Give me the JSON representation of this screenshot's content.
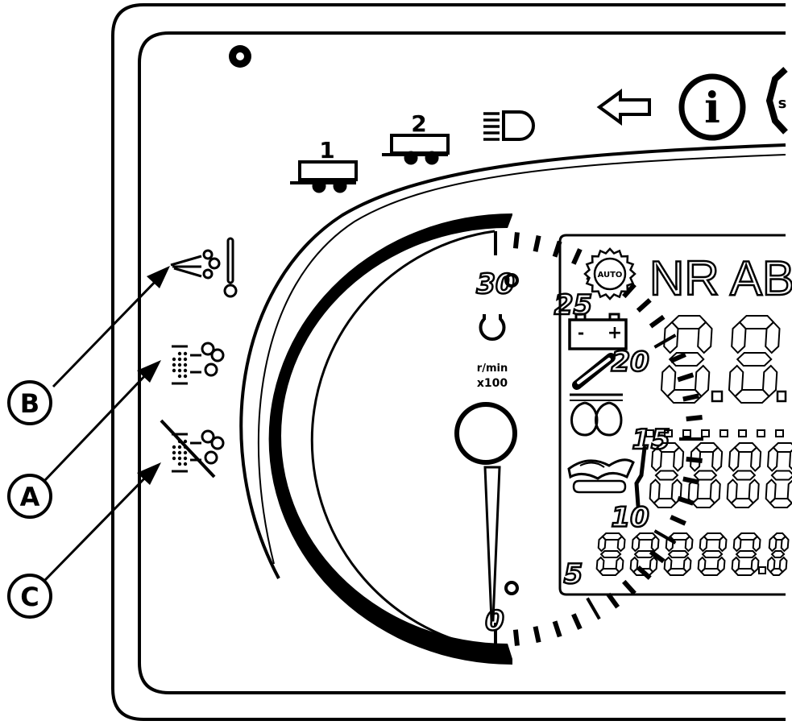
{
  "callouts": {
    "b": {
      "label": "B"
    },
    "a": {
      "label": "A"
    },
    "c": {
      "label": "C"
    }
  },
  "trailers": {
    "one": {
      "label": "1"
    },
    "two": {
      "label": "2"
    }
  },
  "tach": {
    "scale_values": [
      0,
      5,
      10,
      15,
      20,
      25,
      30
    ],
    "labels": [
      "0",
      "5",
      "10",
      "15",
      "20",
      "25",
      "30"
    ],
    "units_line1": "r/min",
    "units_line2": "x100"
  },
  "lcd": {
    "auto_label": "AUTO",
    "gear_text": "NR AB",
    "battery_minus": "-",
    "battery_plus": "+"
  },
  "info": {
    "symbol": "i"
  },
  "edge_button": {
    "letter": "s"
  }
}
